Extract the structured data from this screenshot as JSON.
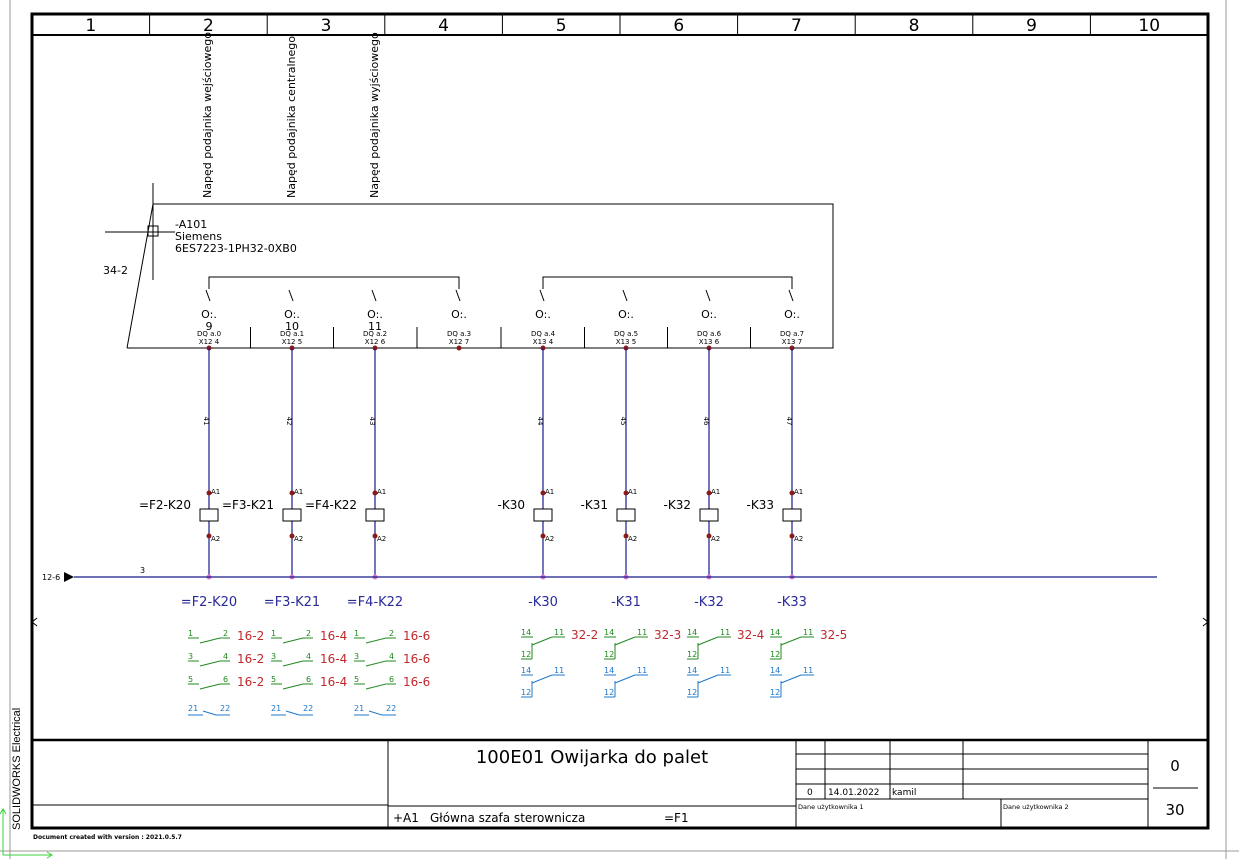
{
  "app": "SOLIDWORKS Electrical",
  "document_version": "Document created with version : 2021.0.5.7",
  "columns": [
    "1",
    "2",
    "3",
    "4",
    "5",
    "6",
    "7",
    "8",
    "9",
    "10"
  ],
  "function_texts": [
    "Napęd podajnika wejściowego",
    "Napęd podajnika centralnego",
    "Napęd podajnika wyjściowego"
  ],
  "plc": {
    "tag": "-A101",
    "manufacturer": "Siemens",
    "part": "6ES7223-1PH32-0XB0",
    "cross_ref": "34-2",
    "outputs": [
      {
        "symbol": "O:.",
        "num": "9",
        "channel": "DQ a.0",
        "terminal": "X12 4"
      },
      {
        "symbol": "O:.",
        "num": "10",
        "channel": "DQ a.1",
        "terminal": "X12 5"
      },
      {
        "symbol": "O:.",
        "num": "11",
        "channel": "DQ a.2",
        "terminal": "X12 6"
      },
      {
        "symbol": "O:.",
        "num": "",
        "channel": "DQ a.3",
        "terminal": "X12 7"
      },
      {
        "symbol": "O:.",
        "num": "",
        "channel": "DQ a.4",
        "terminal": "X13 4"
      },
      {
        "symbol": "O:.",
        "num": "",
        "channel": "DQ a.5",
        "terminal": "X13 5"
      },
      {
        "symbol": "O:.",
        "num": "",
        "channel": "DQ a.6",
        "terminal": "X13 6"
      },
      {
        "symbol": "O:.",
        "num": "",
        "channel": "DQ a.7",
        "terminal": "X13 7"
      }
    ]
  },
  "wires": [
    "41",
    "42",
    "43",
    "44",
    "45",
    "46",
    "47"
  ],
  "bus": {
    "cross_ref": "12-6",
    "wire": "3"
  },
  "coils": [
    {
      "tag": "=F2-K20",
      "a1": "A1",
      "a2": "A2"
    },
    {
      "tag": "=F3-K21",
      "a1": "A1",
      "a2": "A2"
    },
    {
      "tag": "=F4-K22",
      "a1": "A1",
      "a2": "A2"
    },
    {
      "tag": "-K30",
      "a1": "A1",
      "a2": "A2"
    },
    {
      "tag": "-K31",
      "a1": "A1",
      "a2": "A2"
    },
    {
      "tag": "-K32",
      "a1": "A1",
      "a2": "A2"
    },
    {
      "tag": "-K33",
      "a1": "A1",
      "a2": "A2"
    }
  ],
  "contactors": [
    {
      "tag": "=F2-K20",
      "main": [
        {
          "a": "1",
          "b": "2",
          "ref": "16-2"
        },
        {
          "a": "3",
          "b": "4",
          "ref": "16-2"
        },
        {
          "a": "5",
          "b": "6",
          "ref": "16-2"
        }
      ],
      "aux": {
        "a": "21",
        "b": "22"
      }
    },
    {
      "tag": "=F3-K21",
      "main": [
        {
          "a": "1",
          "b": "2",
          "ref": "16-4"
        },
        {
          "a": "3",
          "b": "4",
          "ref": "16-4"
        },
        {
          "a": "5",
          "b": "6",
          "ref": "16-4"
        }
      ],
      "aux": {
        "a": "21",
        "b": "22"
      }
    },
    {
      "tag": "=F4-K22",
      "main": [
        {
          "a": "1",
          "b": "2",
          "ref": "16-6"
        },
        {
          "a": "3",
          "b": "4",
          "ref": "16-6"
        },
        {
          "a": "5",
          "b": "6",
          "ref": "16-6"
        }
      ],
      "aux": {
        "a": "21",
        "b": "22"
      }
    }
  ],
  "relays": [
    {
      "tag": "-K30",
      "c1": {
        "no": "14",
        "com": "11",
        "nc": "12",
        "ref": "32-2"
      },
      "c2": {
        "no": "14",
        "com": "11",
        "nc": "12"
      }
    },
    {
      "tag": "-K31",
      "c1": {
        "no": "14",
        "com": "11",
        "nc": "12",
        "ref": "32-3"
      },
      "c2": {
        "no": "14",
        "com": "11",
        "nc": "12"
      }
    },
    {
      "tag": "-K32",
      "c1": {
        "no": "14",
        "com": "11",
        "nc": "12",
        "ref": "32-4"
      },
      "c2": {
        "no": "14",
        "com": "11",
        "nc": "12"
      }
    },
    {
      "tag": "-K33",
      "c1": {
        "no": "14",
        "com": "11",
        "nc": "12",
        "ref": "32-5"
      },
      "c2": {
        "no": "14",
        "com": "11",
        "nc": "12"
      }
    }
  ],
  "title_block": {
    "project": "100E01 Owijarka do palet",
    "location": "+A1",
    "location_desc": "Główna szafa sterownicza",
    "function": "=F1",
    "revision": {
      "index": "0",
      "date": "14.01.2022",
      "author": "kamil"
    },
    "user_data_1": "Dane użytkownika 1",
    "user_data_2": "Dane użytkownika 2",
    "sheet_rev": "0",
    "sheet_number": "30"
  },
  "colors": {
    "frame": "#000000",
    "wire": "#1a1a8c",
    "dot": "#8b1a1a",
    "bus_dot": "#e070d0",
    "xref": "#c0282c",
    "contact_green": "#1f8a1f",
    "contact_blue": "#1f78c8",
    "tag_blue": "#2a2a9a"
  }
}
